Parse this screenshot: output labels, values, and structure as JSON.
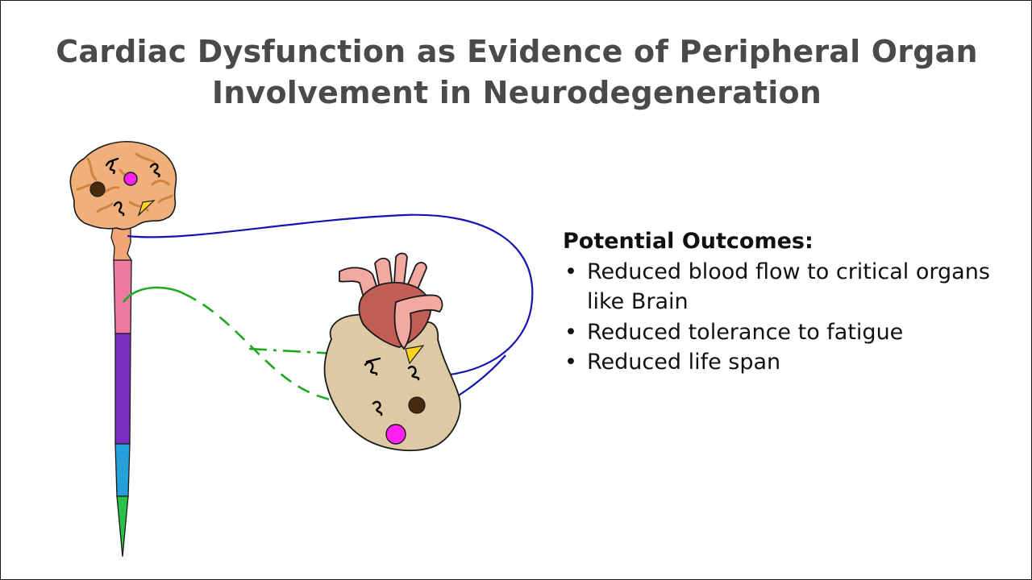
{
  "slide": {
    "title_lines": [
      "Cardiac Dysfunction as Evidence of Peripheral Organ",
      "Involvement in Neurodegeneration"
    ]
  },
  "outcomes": {
    "heading": "Potential Outcomes:",
    "items": [
      "Reduced blood flow to critical organs like Brain",
      "Reduced tolerance to fatigue",
      "Reduced life span"
    ]
  },
  "colors": {
    "title": "#4a4a4a",
    "brain": "#f0b07c",
    "heart_body": "#ddc9a3",
    "heart_vessels": "#f1a9a0",
    "heart_atrium": "#c25d55",
    "spine_segments": [
      "#f2a678",
      "#ef7aa0",
      "#7a2fc0",
      "#25a0d8",
      "#2bc04b"
    ],
    "vagal_connection": "#1414b4",
    "spinal_connection": "#21a821",
    "marker_magenta": "#ff1ff0",
    "marker_brown": "#4a2a0e",
    "marker_yellow": "#ffd21e"
  },
  "icons": [
    "brain-icon",
    "spinal-cord-icon",
    "heart-icon",
    "protein-aggregate-icon"
  ]
}
